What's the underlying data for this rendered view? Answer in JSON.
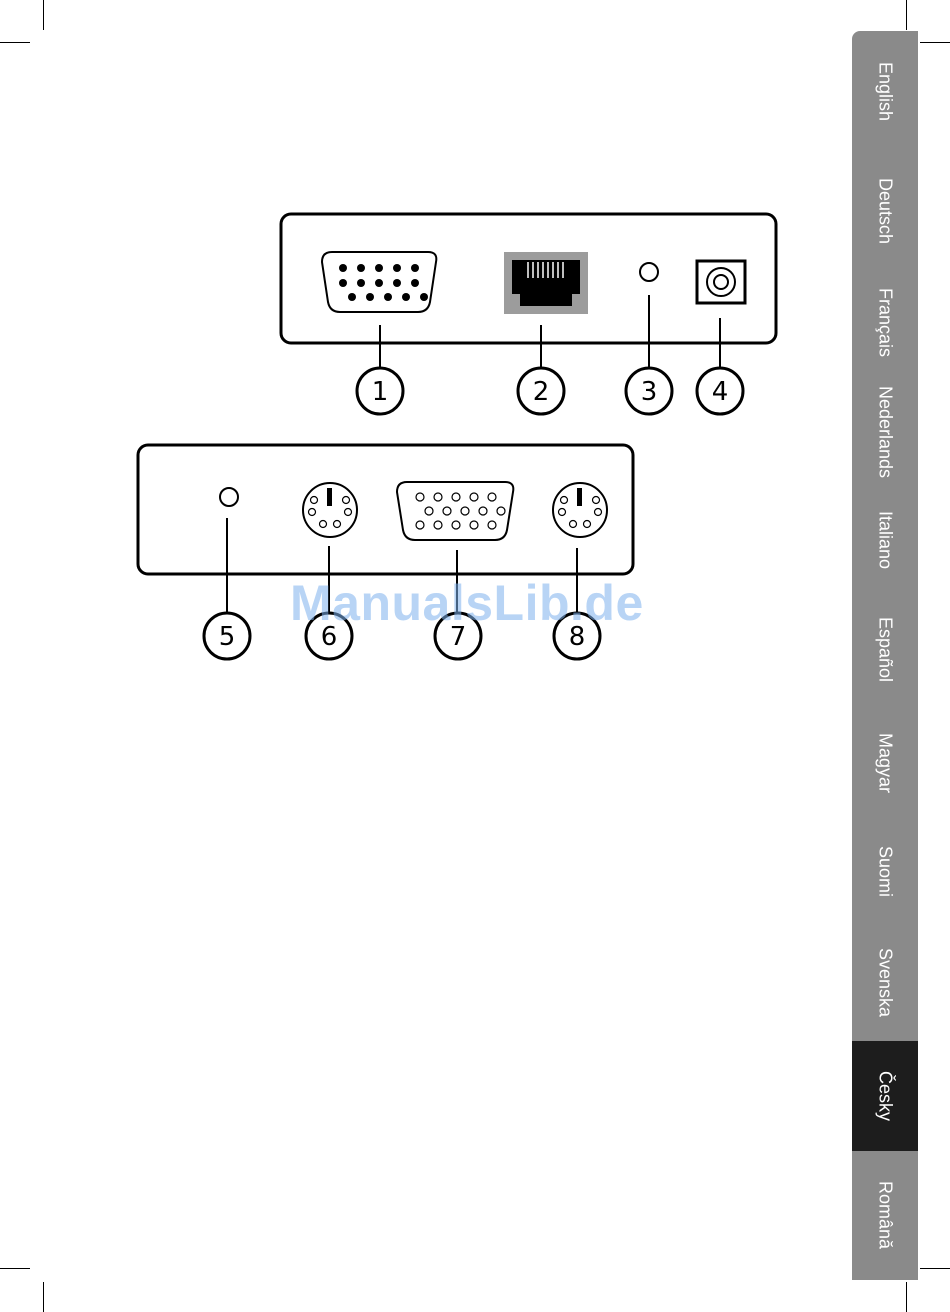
{
  "diagram": {
    "top_panel_callouts": [
      "1",
      "2",
      "3",
      "4"
    ],
    "bottom_panel_callouts": [
      "5",
      "6",
      "7",
      "8"
    ]
  },
  "watermark": "ManualsLib.de",
  "language_tabs": [
    {
      "label": "English"
    },
    {
      "label": "Deutsch"
    },
    {
      "label": "Français"
    },
    {
      "label": "Nederlands"
    },
    {
      "label": "Italiano"
    },
    {
      "label": "Español"
    },
    {
      "label": "Magyar"
    },
    {
      "label": "Suomi"
    },
    {
      "label": "Svenska"
    },
    {
      "label": "Česky",
      "active": true
    },
    {
      "label": "Română"
    }
  ],
  "colors": {
    "tab_background": "#8a8a8a",
    "tab_active": "#1d1d1d",
    "watermark": "#7fb2ee"
  }
}
